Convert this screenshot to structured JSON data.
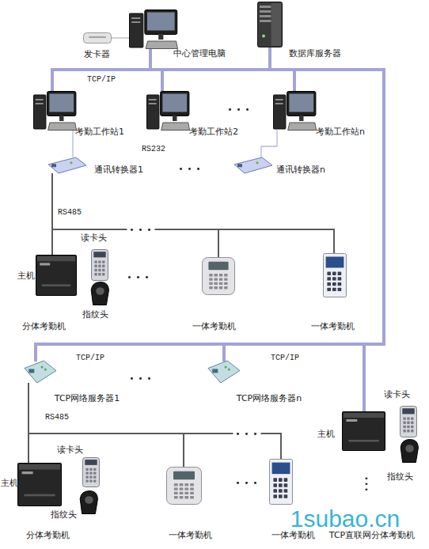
{
  "diagram": {
    "nodes": [
      {
        "text": [
          "发卡器"
        ]
      },
      {
        "text": [
          "中心管理电脑"
        ]
      },
      {
        "text": [
          "数据库服务器"
        ]
      },
      {
        "text": [
          "考勤工作站1"
        ]
      },
      {
        "text": [
          "考勤工作站2"
        ]
      },
      {
        "text": [
          "考勤工作站n"
        ]
      },
      {
        "text": [
          "通讯转换器1"
        ]
      },
      {
        "text": [
          "通讯转换器n"
        ]
      },
      {
        "text": [
          "主机"
        ]
      },
      {
        "text": [
          "读卡头"
        ]
      },
      {
        "text": [
          "指纹头"
        ]
      },
      {
        "text": [
          "一体考勤机"
        ]
      },
      {
        "text": [
          "一体考勤机"
        ]
      },
      {
        "text": [
          "TCP网络服务器1"
        ]
      },
      {
        "text": [
          "TCP网络服务器n"
        ]
      },
      {
        "text": [
          "主机"
        ]
      },
      {
        "text": [
          "读卡头"
        ]
      },
      {
        "text": [
          "指纹头"
        ]
      },
      {
        "text": [
          "主机"
        ]
      },
      {
        "text": [
          "读卡头"
        ]
      },
      {
        "text": [
          "指纹头"
        ]
      },
      {
        "text": [
          "一体考勤机"
        ]
      },
      {
        "text": [
          "一体考勤机"
        ]
      }
    ],
    "edges": [
      {
        "from": 0,
        "to": 1,
        "arrow": "none"
      },
      {
        "from": 1,
        "to": 2,
        "arrow": "none"
      },
      {
        "from": 1,
        "to": 3,
        "arrow": "none"
      },
      {
        "from": 1,
        "to": 4,
        "arrow": "none"
      },
      {
        "from": 1,
        "to": 5,
        "arrow": "none"
      },
      {
        "from": 1,
        "to": 13,
        "arrow": "none"
      },
      {
        "from": 1,
        "to": 14,
        "arrow": "none"
      },
      {
        "from": 1,
        "to": 15,
        "arrow": "none"
      },
      {
        "from": 3,
        "to": 6,
        "arrow": "none"
      },
      {
        "from": 5,
        "to": 7,
        "arrow": "none"
      },
      {
        "from": 6,
        "to": 8,
        "arrow": "none"
      },
      {
        "from": 6,
        "to": 11,
        "arrow": "none"
      },
      {
        "from": 6,
        "to": 12,
        "arrow": "none"
      },
      {
        "from": 13,
        "to": 18,
        "arrow": "none"
      },
      {
        "from": 13,
        "to": 21,
        "arrow": "none"
      },
      {
        "from": 13,
        "to": 22,
        "arrow": "none"
      }
    ],
    "labels": [
      "TCP/IP",
      "• • •",
      "RS232",
      "• • •",
      "RS485",
      "• • •",
      "• • •",
      "分体考勤机",
      "TCP/IP",
      "• • •",
      "TCP/IP",
      "RS485",
      "• • •",
      "• • •",
      "• • •",
      "分体考勤机",
      "TCP直联网分体考勤机",
      "1subao.cn"
    ]
  }
}
